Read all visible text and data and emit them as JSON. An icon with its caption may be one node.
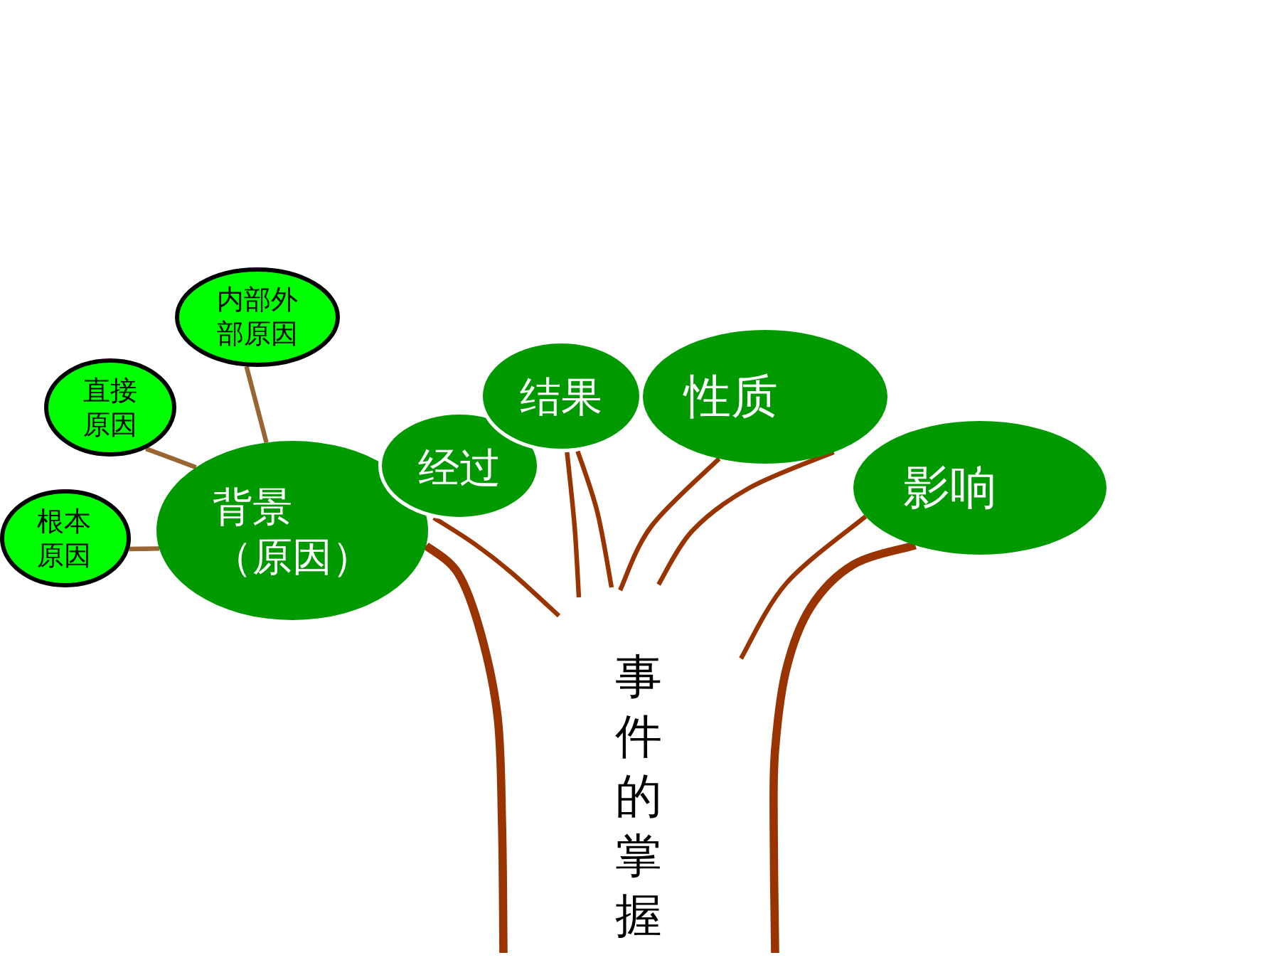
{
  "diagram": {
    "nodes": [
      {
        "text": [
          "背景（原因）"
        ]
      },
      {
        "text": [
          "内部外部原因"
        ]
      },
      {
        "text": [
          "直接原因"
        ]
      },
      {
        "text": [
          "根本原因"
        ]
      },
      {
        "text": [
          "经过"
        ]
      },
      {
        "text": [
          "结果"
        ]
      },
      {
        "text": [
          "性质"
        ]
      },
      {
        "text": [
          "影响"
        ]
      },
      {
        "text": [
          "事件的掌握"
        ]
      }
    ],
    "edges": [
      {
        "from": 0,
        "to": 1,
        "arrow": "none",
        "color": "#996633"
      },
      {
        "from": 0,
        "to": 2,
        "arrow": "none",
        "color": "#996633"
      },
      {
        "from": 0,
        "to": 3,
        "arrow": "none",
        "color": "#996633"
      },
      {
        "from": null,
        "to": 0,
        "arrow": "none",
        "style": "thick"
      },
      {
        "from": null,
        "to": 4,
        "arrow": "none"
      },
      {
        "from": null,
        "to": 5,
        "arrow": "none"
      },
      {
        "from": null,
        "to": 5,
        "arrow": "none"
      },
      {
        "from": null,
        "to": 6,
        "arrow": "none"
      },
      {
        "from": null,
        "to": 6,
        "arrow": "none"
      },
      {
        "from": null,
        "to": 7,
        "arrow": "none"
      },
      {
        "from": null,
        "to": 7,
        "arrow": "none",
        "style": "thick"
      }
    ]
  }
}
